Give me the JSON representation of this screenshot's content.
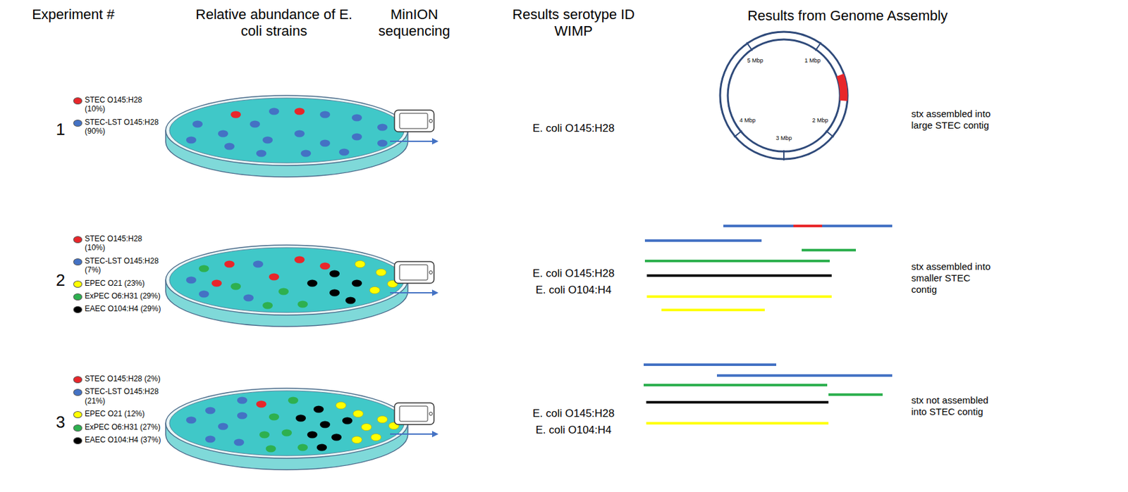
{
  "diagram": {
    "labels": [
      "Experiment #",
      "Relative abundance of E. coli strains",
      "MinION sequencing",
      "Results serotype ID WIMP",
      "Results from Genome Assembly",
      "1",
      "E. coli O145:H28",
      "5 Mbp",
      "1 Mbp",
      "4 Mbp",
      "2 Mbp",
      "3 Mbp",
      "stx assembled into large STEC contig",
      "2",
      "E. coli O145:H28",
      "E. coli O104:H4",
      "stx assembled into smaller STEC contig",
      "3",
      "E. coli O145:H28",
      "E. coli O104:H4",
      "stx not assembled into STEC contig"
    ],
    "legend": [
      {
        "text": "STEC O145:H28 (10%)",
        "color": "#e8262a"
      },
      {
        "text": "STEC-LST O145:H28 (90%)",
        "color": "#4472c4"
      },
      {
        "text": "STEC O145:H28 (10%)",
        "color": "#e8262a"
      },
      {
        "text": "STEC-LST O145:H28 (7%)",
        "color": "#4472c4"
      },
      {
        "text": "EPEC O21 (23%)",
        "color": "#ffff00"
      },
      {
        "text": "ExPEC O6:H31 (29%)",
        "color": "#2eb04f"
      },
      {
        "text": "EAEC O104:H4 (29%)",
        "color": "#000000"
      },
      {
        "text": "STEC O145:H28 (2%)",
        "color": "#e8262a"
      },
      {
        "text": "STEC-LST O145:H28 (21%)",
        "color": "#4472c4"
      },
      {
        "text": "EPEC O21 (12%)",
        "color": "#ffff00"
      },
      {
        "text": "ExPEC O6:H31 (27%)",
        "color": "#2eb04f"
      },
      {
        "text": "EAEC O104:H4 (37%)",
        "color": "#000000"
      }
    ]
  }
}
